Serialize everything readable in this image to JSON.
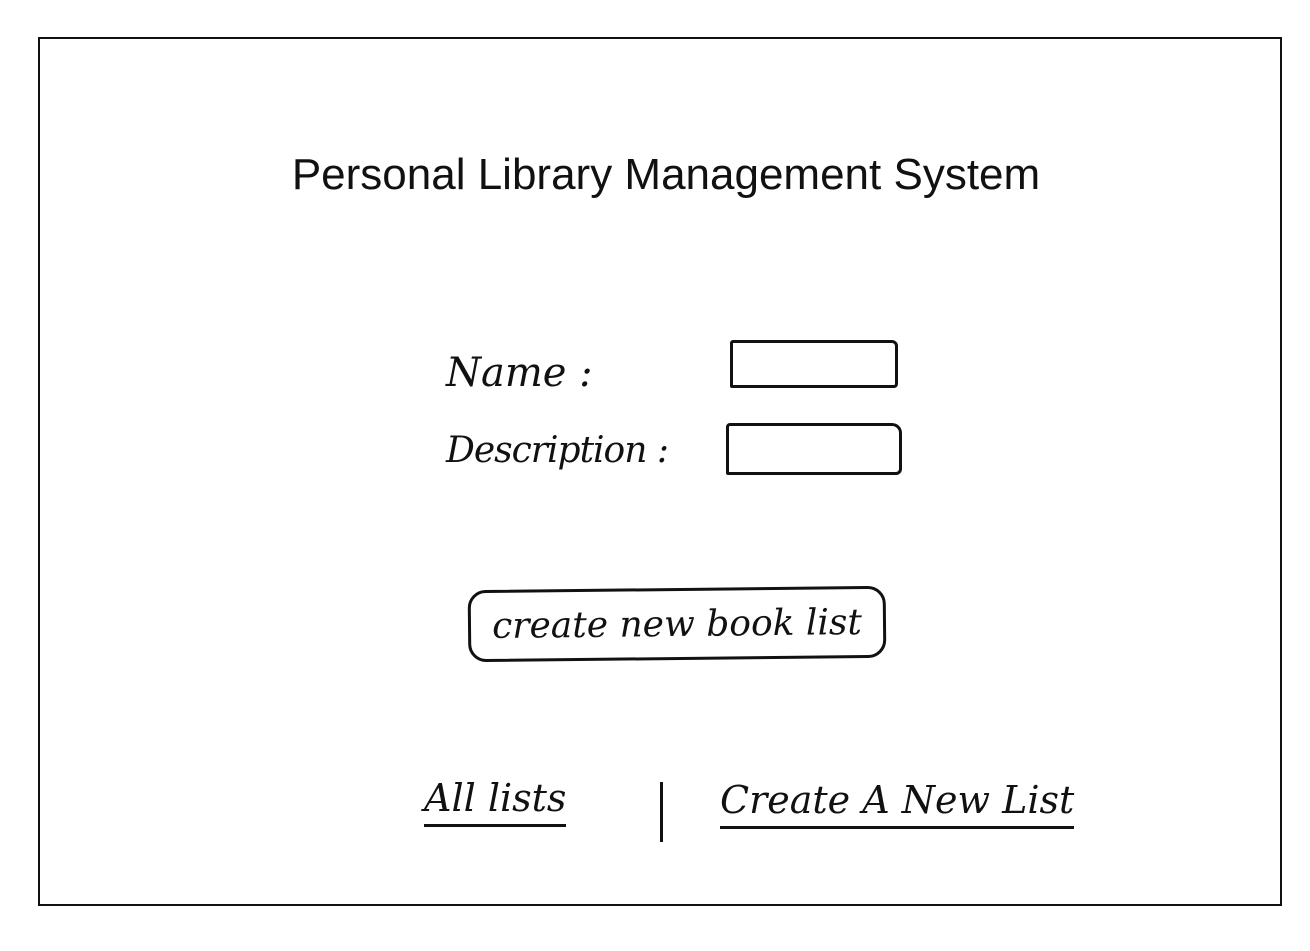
{
  "header": {
    "title": "Personal Library Management System"
  },
  "form": {
    "name_label": "Name :",
    "description_label": "Description :",
    "name_value": "",
    "description_value": "",
    "create_button_label": "create new book list"
  },
  "nav": {
    "all_lists_label": "All lists",
    "create_list_label": "Create A New List"
  }
}
